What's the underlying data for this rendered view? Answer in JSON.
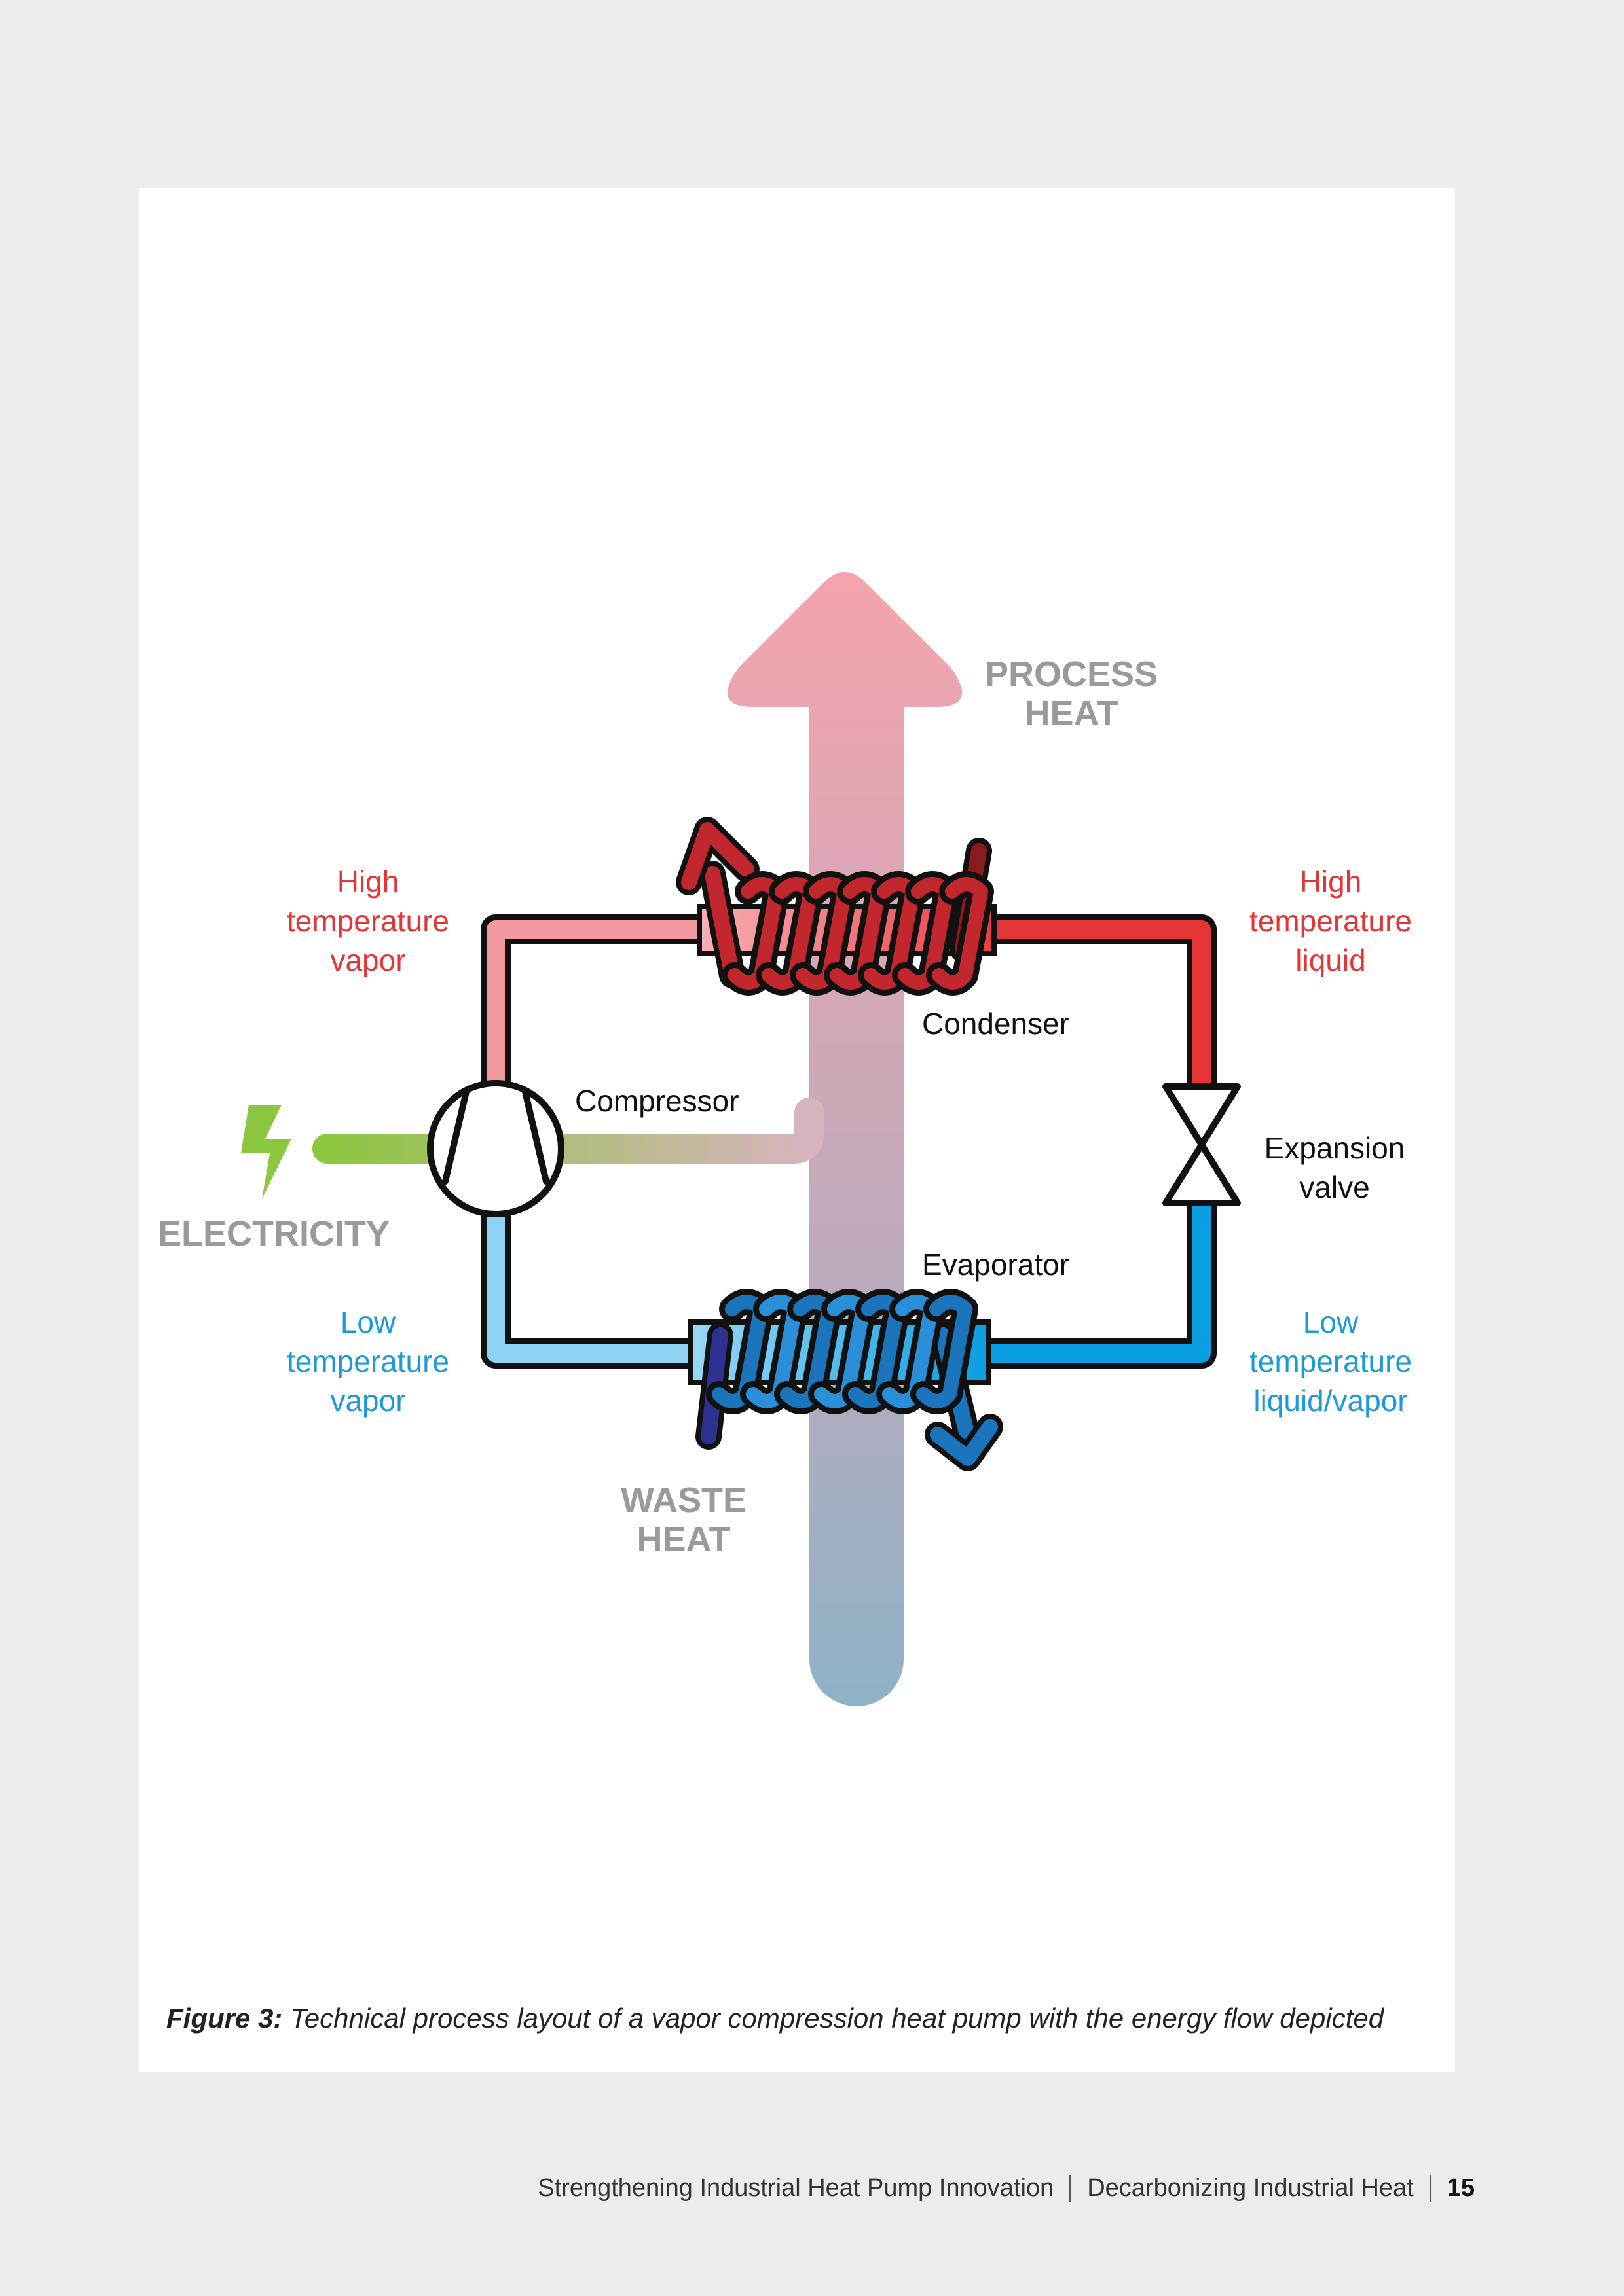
{
  "labels": {
    "process_heat_1": "PROCESS",
    "process_heat_2": "HEAT",
    "waste_heat_1": "WASTE",
    "waste_heat_2": "HEAT",
    "electricity": "ELECTRICITY",
    "compressor": "Compressor",
    "condenser": "Condenser",
    "evaporator": "Evaporator",
    "expansion_1": "Expansion",
    "expansion_2": "valve",
    "htv_1": "High",
    "htv_2": "temperature",
    "htv_3": "vapor",
    "htl_1": "High",
    "htl_2": "temperature",
    "htl_3": "liquid",
    "ltv_1": "Low",
    "ltv_2": "temperature",
    "ltv_3": "vapor",
    "ltlv_1": "Low",
    "ltlv_2": "temperature",
    "ltlv_3": "liquid/vapor"
  },
  "caption": {
    "label": "Figure 3:",
    "text": " Technical process layout of a vapor compression heat pump with the energy flow depicted"
  },
  "footer": {
    "left": "Strengthening Industrial Heat Pump Innovation",
    "right": "Decarbonizing Industrial Heat",
    "page": "15"
  },
  "colors": {
    "hot": "#e43536",
    "hot_light": "#f29aa0",
    "cold": "#0a9ee2",
    "cold_light": "#8fd3f4",
    "electric": "#8dc63f",
    "label_grey": "#9a9a9a"
  }
}
